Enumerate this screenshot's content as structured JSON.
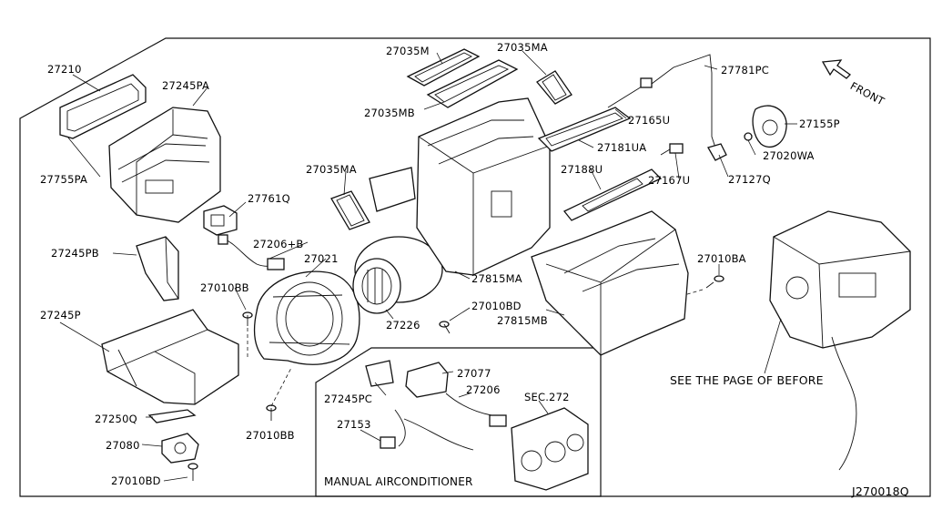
{
  "labels": {
    "p27210": "27210",
    "p27245PA": "27245PA",
    "p27755PA": "27755PA",
    "p27035M": "27035M",
    "p27035MA_top": "27035MA",
    "p27035MB": "27035MB",
    "p27781PC": "27781PC",
    "front": "FRONT",
    "p27165U": "27165U",
    "p27155P": "27155P",
    "p27181UA": "27181UA",
    "p27020WA": "27020WA",
    "p27035MA_mid": "27035MA",
    "p27188U": "27188U",
    "p27167U": "27167U",
    "p27127Q": "27127Q",
    "p27761Q": "27761Q",
    "p27206B": "27206+B",
    "p27021": "27021",
    "p27245PB": "27245PB",
    "p27815MA": "27815MA",
    "p27010BA": "27010BA",
    "p27010BB_upper": "27010BB",
    "p27010BD_mid": "27010BD",
    "p27815MB": "27815MB",
    "p27245P": "27245P",
    "p27226": "27226",
    "p27077": "27077",
    "p27245PC": "27245PC",
    "p27206": "27206",
    "sec272": "SEC.272",
    "see_before": "SEE THE PAGE OF BEFORE",
    "p27250Q": "27250Q",
    "p27153": "27153",
    "p27010BB_lower": "27010BB",
    "p27080": "27080",
    "p27010BD_lower": "27010BD",
    "manual_ac": "MANUAL AIRCONDITIONER",
    "diagram_code": "J270018Q"
  }
}
